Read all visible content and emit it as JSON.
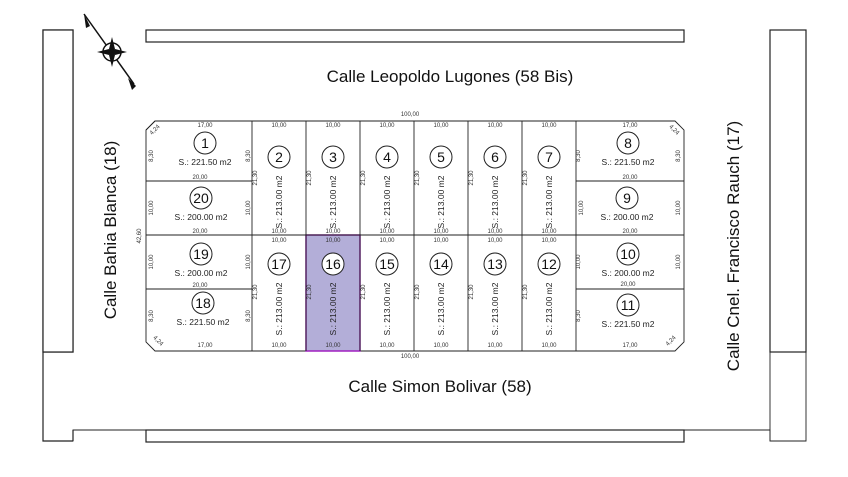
{
  "streets": {
    "north": "Calle Leopoldo Lugones (58 Bis)",
    "south": "Calle Simon Bolivar (58)",
    "west": "Calle Bahia Blanca (18)",
    "east": "Calle Cnel. Francisco Rauch (17)"
  },
  "selected_lot": "16",
  "highlight_color": "#b3aed8",
  "highlight_border": "#a020c0",
  "lots": [
    {
      "id": "1",
      "area": "S.: 221.50 m2"
    },
    {
      "id": "2",
      "area": "S.: 213.00 m2"
    },
    {
      "id": "3",
      "area": "S.: 213.00 m2"
    },
    {
      "id": "4",
      "area": "S.: 213.00 m2"
    },
    {
      "id": "5",
      "area": "S.: 213.00 m2"
    },
    {
      "id": "6",
      "area": "S.: 213.00 m2"
    },
    {
      "id": "7",
      "area": "S.: 213.00 m2"
    },
    {
      "id": "8",
      "area": "S.: 221.50 m2"
    },
    {
      "id": "9",
      "area": "S.: 200.00 m2"
    },
    {
      "id": "10",
      "area": "S.: 200.00 m2"
    },
    {
      "id": "11",
      "area": "S.: 221.50 m2"
    },
    {
      "id": "12",
      "area": "S.: 213.00 m2"
    },
    {
      "id": "13",
      "area": "S.: 213.00 m2"
    },
    {
      "id": "14",
      "area": "S.: 213.00 m2"
    },
    {
      "id": "15",
      "area": "S.: 213.00 m2"
    },
    {
      "id": "16",
      "area": "S.: 213.00 m2"
    },
    {
      "id": "17",
      "area": "S.: 213.00 m2"
    },
    {
      "id": "18",
      "area": "S.: 221.50 m2"
    },
    {
      "id": "19",
      "area": "S.: 200.00 m2"
    },
    {
      "id": "20",
      "area": "S.: 200.00 m2"
    }
  ],
  "dims": {
    "total_width": "100,00",
    "total_depth": "42,60",
    "corner_width": "17,00",
    "lot_width": "10,00",
    "lot_depth": "21,30",
    "side_depth_corner": "8,30",
    "side_depth": "10,00",
    "corner_depth": "20,00",
    "chamfer": "4,24"
  }
}
